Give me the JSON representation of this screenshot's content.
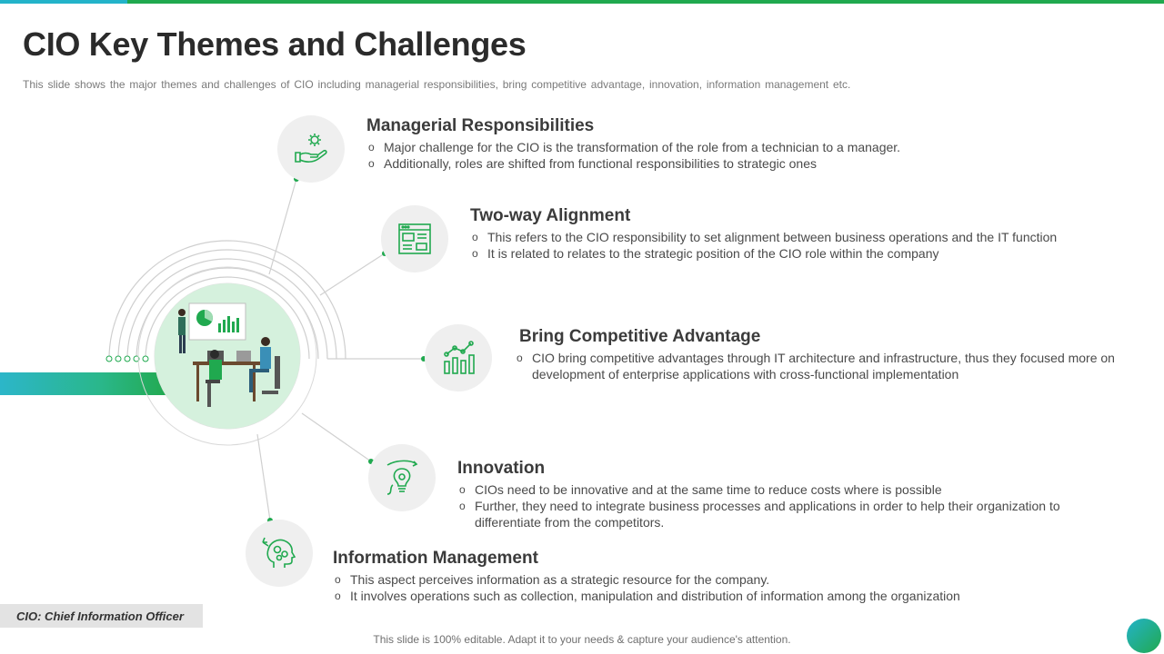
{
  "page": {
    "title": "CIO Key Themes and Challenges",
    "subtitle": "This slide shows the major themes and challenges of CIO including managerial responsibilities, bring competitive advantage, innovation, information management etc."
  },
  "themes": [
    {
      "title": "Managerial Responsibilities",
      "icon": "hand-gear-icon",
      "points": [
        "Major challenge for the CIO is the transformation of the role from a technician to a manager.",
        "Additionally,  roles are shifted from functional responsibilities to strategic ones"
      ]
    },
    {
      "title": "Two-way Alignment",
      "icon": "dashboard-window-icon",
      "points": [
        "This refers to the CIO responsibility to set alignment between business operations and the IT function",
        "It is related to relates to the strategic position of the CIO role within the company"
      ]
    },
    {
      "title": "Bring Competitive Advantage",
      "icon": "growth-chart-icon",
      "points": [
        "CIO bring competitive advantages through IT architecture and infrastructure, thus they focused more on development of enterprise applications with cross-functional implementation"
      ]
    },
    {
      "title": "Innovation",
      "icon": "lightbulb-gear-icon",
      "points": [
        "CIOs need to be innovative  and at the same time to reduce costs where is possible",
        "Further, they need to integrate business processes and applications in order to help their organization to differentiate from the competitors."
      ]
    },
    {
      "title": "Information Management",
      "icon": "head-gears-icon",
      "points": [
        "This aspect perceives information as a strategic resource for the company.",
        "It involves operations such as collection, manipulation and distribution of information among the organization"
      ]
    }
  ],
  "footnote": "CIO: Chief Information Officer",
  "editable_note": "This slide is 100% editable. Adapt it to your needs & capture your audience's attention.",
  "colors": {
    "accent_green": "#20a94f",
    "accent_cyan": "#23b3c9",
    "hub_fill": "#d5f1dd",
    "icon_circle": "#efefef"
  }
}
